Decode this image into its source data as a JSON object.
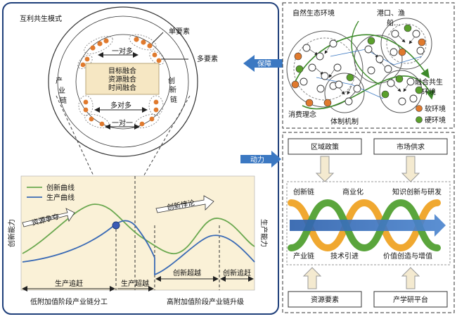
{
  "left_panel": {
    "top_title": "互利共生模式",
    "single_factor": "单要素",
    "multi_factor": "多要素",
    "one_to_many": "一对多",
    "many_to_many": "多对多",
    "one_to_one": "一对一",
    "industry_chain_side": "产业链",
    "innovation_chain_side": "创新链",
    "fusion_lines": [
      "目标融合",
      "资源融合",
      "时间融合"
    ]
  },
  "chart": {
    "legend": [
      "创新曲线",
      "生产曲线"
    ],
    "y_left": "创新能力",
    "y_right": "生产能力",
    "arrow_resource": "资源争夺",
    "arrow_innovation": "创新悖论",
    "phases": [
      "生产追赶",
      "生产超越",
      "创新超越",
      "创新追赶"
    ],
    "stage_low": "低附加值阶段产业链分工",
    "stage_high": "高附加值阶段产业链升级",
    "colors": {
      "innovation": "#6aa84f",
      "production": "#3a6ab5",
      "marker": "#3a5bb5"
    }
  },
  "arrows": {
    "guarantee": "保障",
    "driving": "动力"
  },
  "ecosystem": {
    "natural_env": "自然生态环境",
    "port": "港口、渔",
    "ship": "船…",
    "consumption": "消费理念",
    "institution": "体制机制",
    "fusion_env": [
      "融合共生",
      "环境"
    ],
    "soft_env": "软环境",
    "hard_env": "硬环境",
    "colors": {
      "soft": "#e07a2e",
      "hard": "#5aa02c"
    }
  },
  "helix": {
    "top_boxes": [
      "区域政策",
      "市场供求"
    ],
    "bottom_boxes": [
      "资源要素",
      "产学研平台"
    ],
    "top_labels": [
      "创新链",
      "商业化",
      "知识创新与研发"
    ],
    "bottom_labels": [
      "产业链",
      "技术引进",
      "价值创造与增值"
    ],
    "colors": {
      "orange": "#f0a830",
      "green": "#5aa53c",
      "blue": "#3b78c2"
    }
  }
}
